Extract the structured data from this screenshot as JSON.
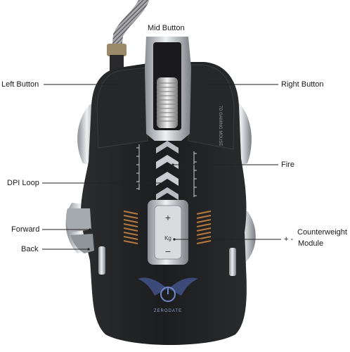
{
  "callouts": {
    "mid_button": "Mid Button",
    "left_button": "Left Button",
    "right_button": "Right Button",
    "fire": "Fire",
    "dpi_loop": "DPI Loop",
    "forward": "Forward",
    "back": "Back",
    "counterweight_sign": "+ -",
    "counterweight_line1": "Counterweight",
    "counterweight_line2": "Module"
  },
  "mouse": {
    "weight_plus": "+",
    "weight_minus": "−",
    "weight_unit": "Kg",
    "brand_text": "ZERODATE",
    "side_print": "7D GAMING MOUSE"
  },
  "colors": {
    "body": "#1f2022",
    "chrome": "#c9ccd0",
    "chrome_dark": "#7e8388",
    "text": "#1a1a1a"
  }
}
